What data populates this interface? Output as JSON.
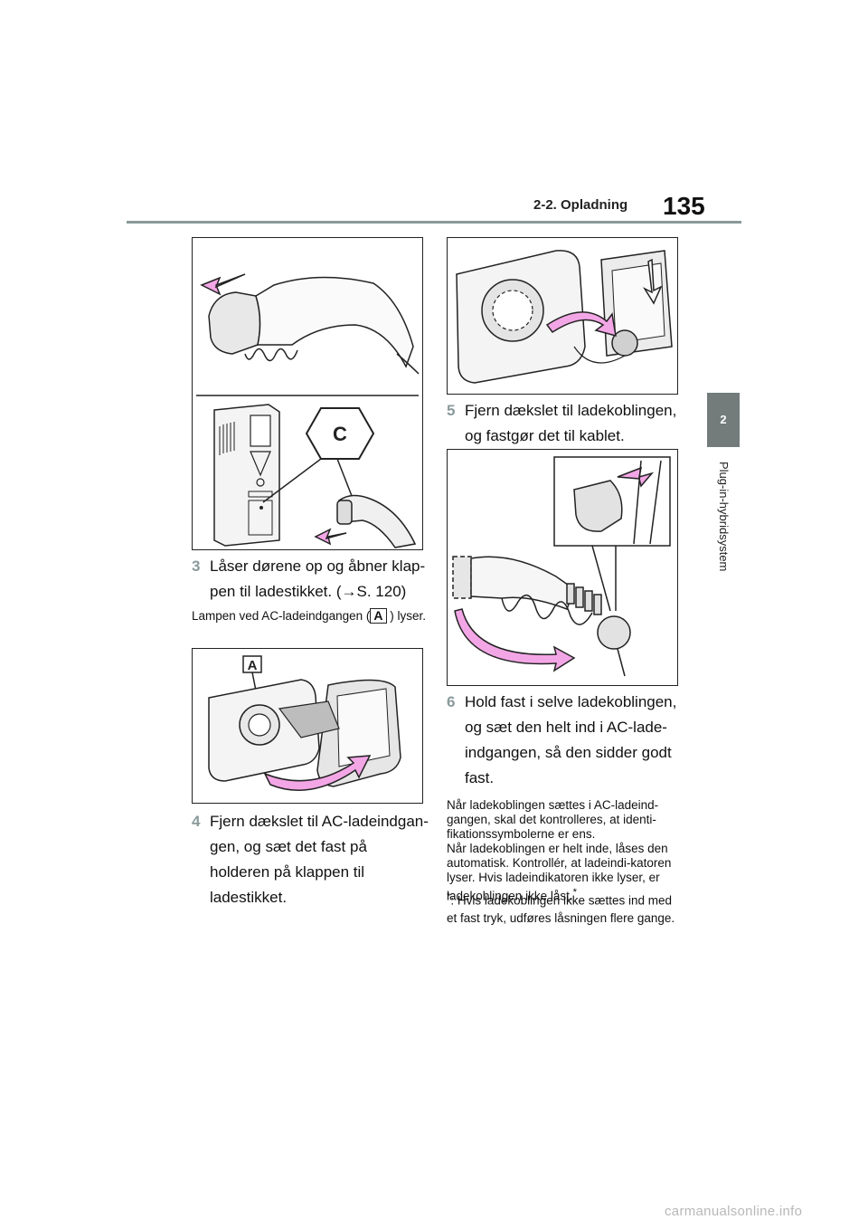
{
  "header": {
    "section": "2-2. Opladning",
    "page_number": "135"
  },
  "side_tab": {
    "chapter_number": "2",
    "chapter_title": "Plug-in-hybridsystem"
  },
  "figures": {
    "fig1": {
      "callout_label": "C"
    },
    "fig2": {
      "callout_label": "A"
    }
  },
  "steps": [
    {
      "number": "3",
      "text": "Låser dørene op og åbner klap-pen til ladestikket. (→S. 120)"
    },
    {
      "number": "4",
      "text": "Fjern dækslet til AC-ladeindgan-gen, og sæt det fast på holderen på klappen til ladestikket."
    },
    {
      "number": "5",
      "text": "Fjern dækslet til ladekoblingen, og fastgør det til kablet."
    },
    {
      "number": "6",
      "text": "Hold fast i selve ladekoblingen, og sæt den helt ind i AC-lade-indgangen, så den sidder godt fast."
    }
  ],
  "notes": {
    "lamp_note_prefix": "Lampen ved AC-ladeindgangen (",
    "lamp_note_label": "A",
    "lamp_note_suffix": " ) lyser.",
    "check_note": "Når ladekoblingen sættes i AC-ladeind-gangen, skal det kontrolleres, at identi-fikationssymbolerne er ens.",
    "lock_note": "Når ladekoblingen er helt inde, låses den automatisk. Kontrollér, at ladeindi-katoren lyser. Hvis ladeindikatoren ikke lyser, er ladekoblingen ikke låst.",
    "lock_note_mark": "*",
    "footnote_mark": "*",
    "footnote": ": Hvis ladekoblingen ikke sættes ind med et fast tryk, udføres låsningen flere gange."
  },
  "footer": {
    "watermark": "carmanualsonline.info"
  },
  "colors": {
    "accent_gray": "#8a9a9a",
    "arrow_pink": "#f3a6e6",
    "tab_gray": "#737b7b"
  }
}
